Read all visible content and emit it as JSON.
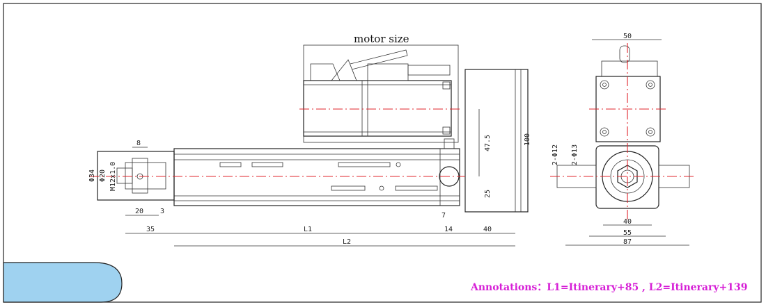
{
  "drawing": {
    "title": "motor size",
    "annotation": "Annotations：L1=Itinerary+85 , L2=Itinerary+139",
    "accent_color": "#d61fd6",
    "centerline_color": "#e0242b",
    "tab_color": "#9fd2f0",
    "dims": {
      "d8": "8",
      "d34": "Φ34",
      "d20": "Φ20",
      "m12": "M12x1.0",
      "d20b": "20",
      "d3": "3",
      "d35": "35",
      "l1": "L1",
      "l2": "L2",
      "d7": "7",
      "d14": "14",
      "d40": "40",
      "d47": "47.5",
      "d25": "25",
      "d100": "100",
      "side50": "50",
      "side40": "40",
      "side55": "55",
      "side87": "87",
      "hole12": "2-Φ12",
      "hole13": "2-Φ13"
    }
  }
}
